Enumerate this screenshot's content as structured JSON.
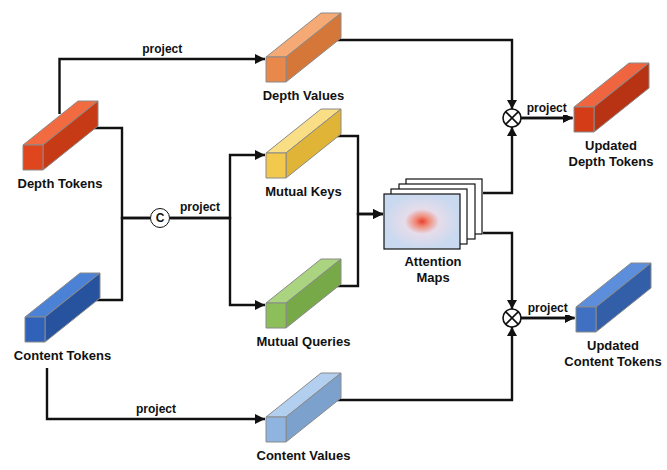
{
  "diagram": {
    "nodes": [
      {
        "text": [
          "Depth Tokens"
        ]
      },
      {
        "text": [
          "Content Tokens"
        ]
      },
      {
        "text": [
          "C"
        ]
      },
      {
        "text": [
          "Depth Values"
        ]
      },
      {
        "text": [
          "Mutual Keys"
        ]
      },
      {
        "text": [
          "Mutual Queries"
        ]
      },
      {
        "text": [
          "Content Values"
        ]
      },
      {
        "text": [
          "Attention Maps"
        ]
      },
      {
        "text": [
          "Updated Depth Tokens"
        ]
      },
      {
        "text": [
          "Updated Content Tokens"
        ]
      }
    ],
    "edges": [
      {
        "from": 0,
        "to": 3,
        "label": "project",
        "arrow": "to"
      },
      {
        "from": 0,
        "to": 2,
        "arrow": "none"
      },
      {
        "from": 1,
        "to": 2,
        "arrow": "none"
      },
      {
        "from": 2,
        "to": 4,
        "label": "project",
        "arrow": "to"
      },
      {
        "from": 2,
        "to": 5,
        "arrow": "to"
      },
      {
        "from": 1,
        "to": 6,
        "label": "project",
        "arrow": "to"
      },
      {
        "from": 4,
        "to": 7,
        "arrow": "to"
      },
      {
        "from": 5,
        "to": 7,
        "arrow": "to"
      },
      {
        "from": 3,
        "to": 8,
        "label": "project",
        "arrow": "to"
      },
      {
        "from": 7,
        "to": 8,
        "arrow": "to"
      },
      {
        "from": 7,
        "to": 9,
        "arrow": "to"
      },
      {
        "from": 6,
        "to": 9,
        "label": "project",
        "arrow": "to"
      }
    ]
  }
}
